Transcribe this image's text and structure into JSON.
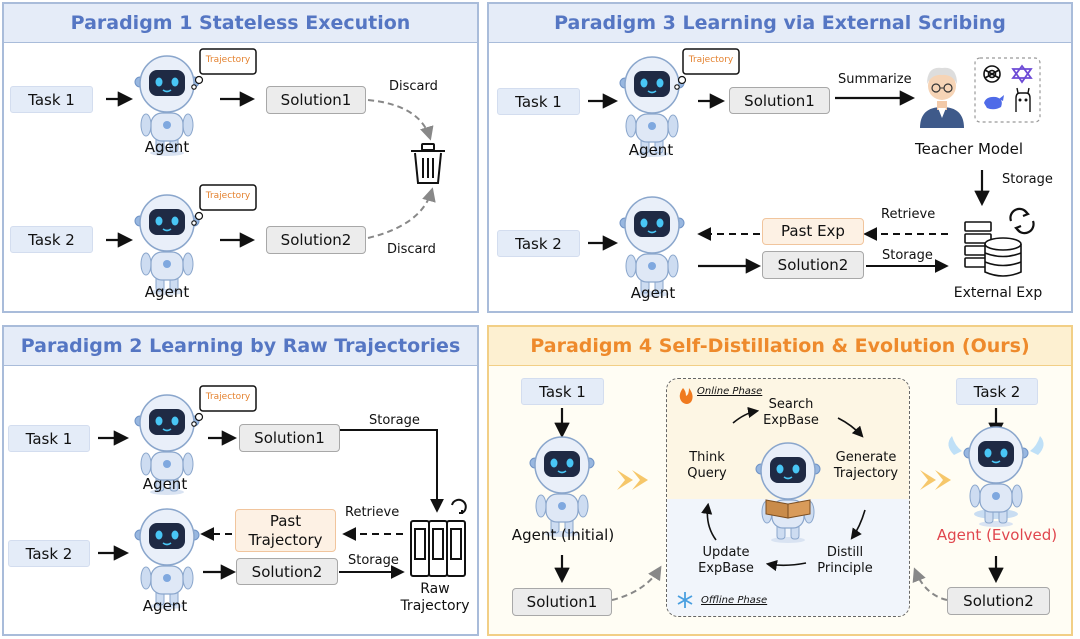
{
  "panel1": {
    "title": "Paradigm 1 Stateless Execution",
    "task1": "Task 1",
    "task2": "Task 2",
    "solution1": "Solution1",
    "solution2": "Solution2",
    "agent": "Agent",
    "bubble": "Trajectory",
    "discard": "Discard"
  },
  "panel2": {
    "title": "Paradigm 2 Learning by Raw Trajectories",
    "task1": "Task 1",
    "task2": "Task 2",
    "solution1": "Solution1",
    "solution2": "Solution2",
    "agent": "Agent",
    "bubble": "Trajectory",
    "past_trajectory": "Past\nTrajectory",
    "storage": "Storage",
    "retrieve": "Retrieve",
    "raw_trajectory": "Raw\nTrajectory"
  },
  "panel3": {
    "title": "Paradigm 3 Learning via External Scribing",
    "task1": "Task 1",
    "task2": "Task 2",
    "solution1": "Solution1",
    "solution2": "Solution2",
    "agent": "Agent",
    "bubble": "Trajectory",
    "summarize": "Summarize",
    "teacher_model": "Teacher Model",
    "storage": "Storage",
    "retrieve": "Retrieve",
    "past_exp": "Past Exp",
    "external_exp": "External Exp"
  },
  "panel4": {
    "title": "Paradigm 4 Self-Distillation & Evolution (Ours)",
    "task1": "Task 1",
    "task2": "Task 2",
    "agent_initial": "Agent (Initial)",
    "agent_evolved": "Agent (Evolved)",
    "solution1": "Solution1",
    "solution2": "Solution2",
    "online_phase": "Online Phase",
    "offline_phase": "Offline Phase",
    "search_expbase": "Search\nExpBase",
    "generate_trajectory": "Generate\nTrajectory",
    "distill_principle": "Distill\nPrinciple",
    "update_expbase": "Update\nExpBase",
    "think_query": "Think\nQuery"
  },
  "colors": {
    "panel_border": "#a9bcda",
    "panel_title": "#5576c3",
    "ours_border": "#f2cf86",
    "ours_title": "#ee8a2c",
    "evolved_label": "#e0464e"
  }
}
